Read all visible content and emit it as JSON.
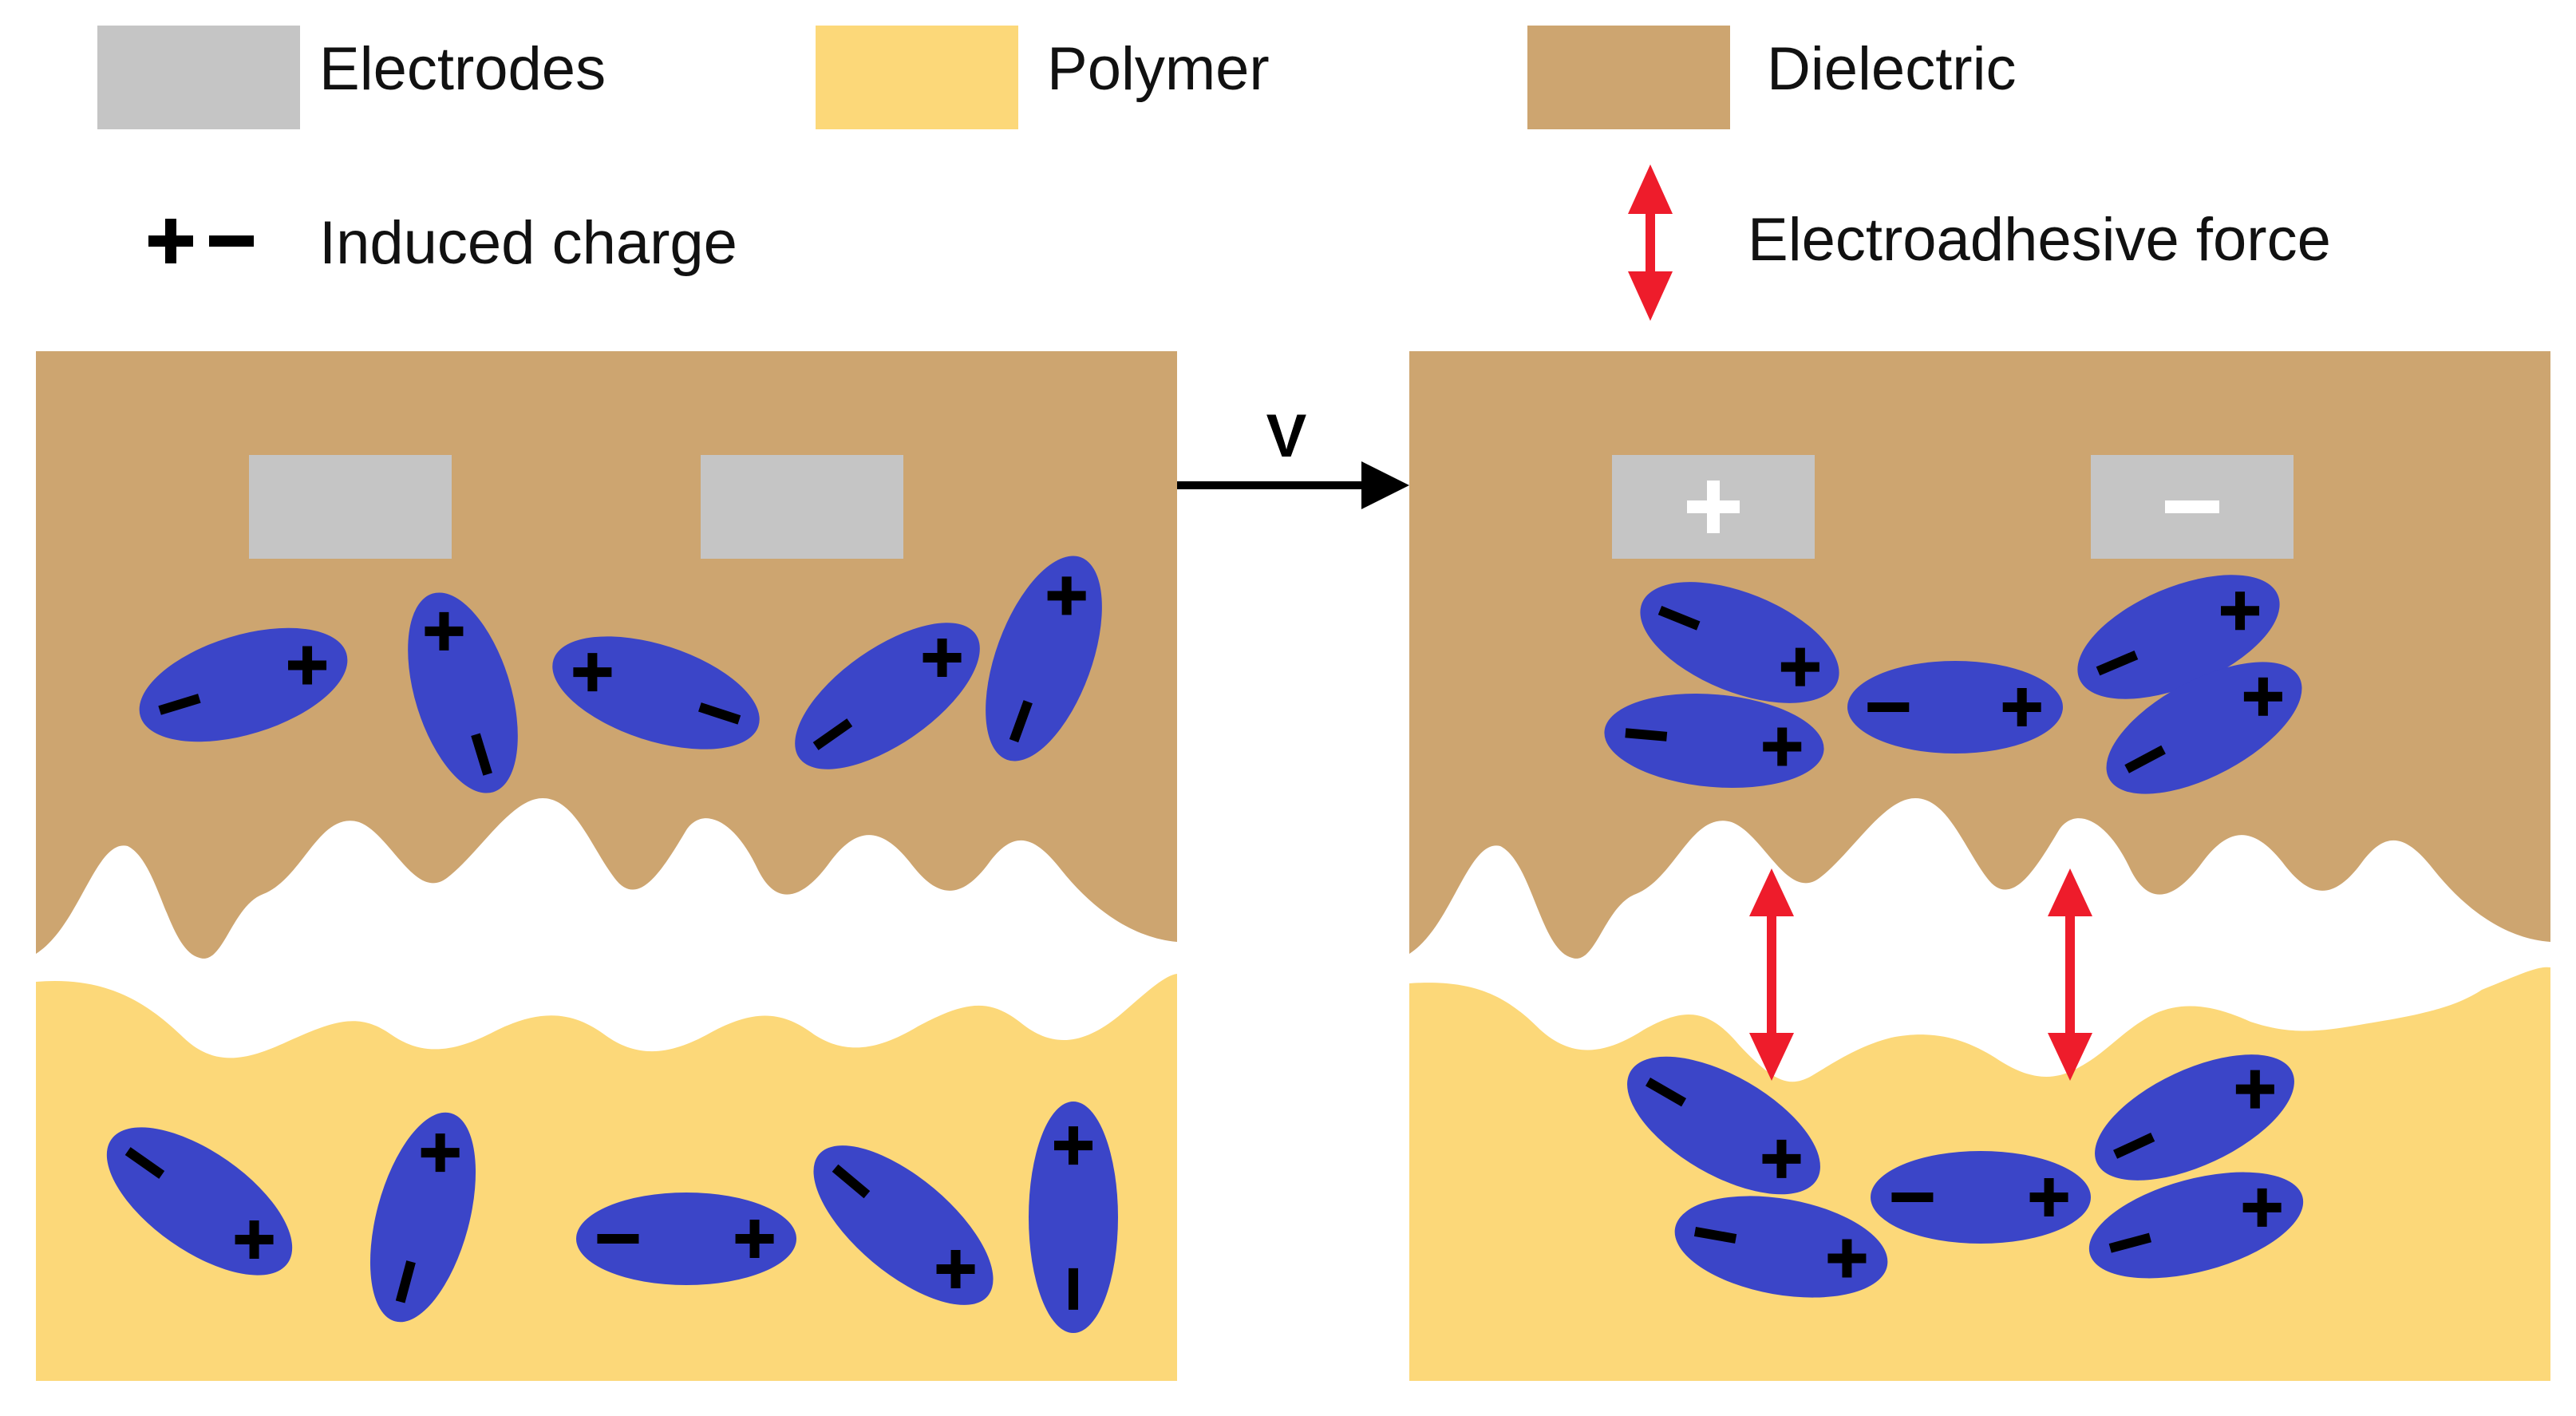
{
  "legend": {
    "electrodes": {
      "label": "Electrodes",
      "color": "#c5c5c5"
    },
    "polymer": {
      "label": "Polymer",
      "color": "#fcd879"
    },
    "dielectric": {
      "label": "Dielectric",
      "color": "#cda570"
    },
    "induced_charge": {
      "label": "Induced charge",
      "symbol": "+−"
    },
    "electroadhesive_force": {
      "label": "Electroadhesive force",
      "color": "#ee1c2b"
    }
  },
  "voltage_label": "V",
  "colors": {
    "dipole": "#3b45c8",
    "charge": "#000000",
    "electrode_sign": "#ffffff"
  },
  "electrode_signs": {
    "positive": "+",
    "negative": "−"
  },
  "panels": [
    "before-voltage",
    "after-voltage"
  ]
}
